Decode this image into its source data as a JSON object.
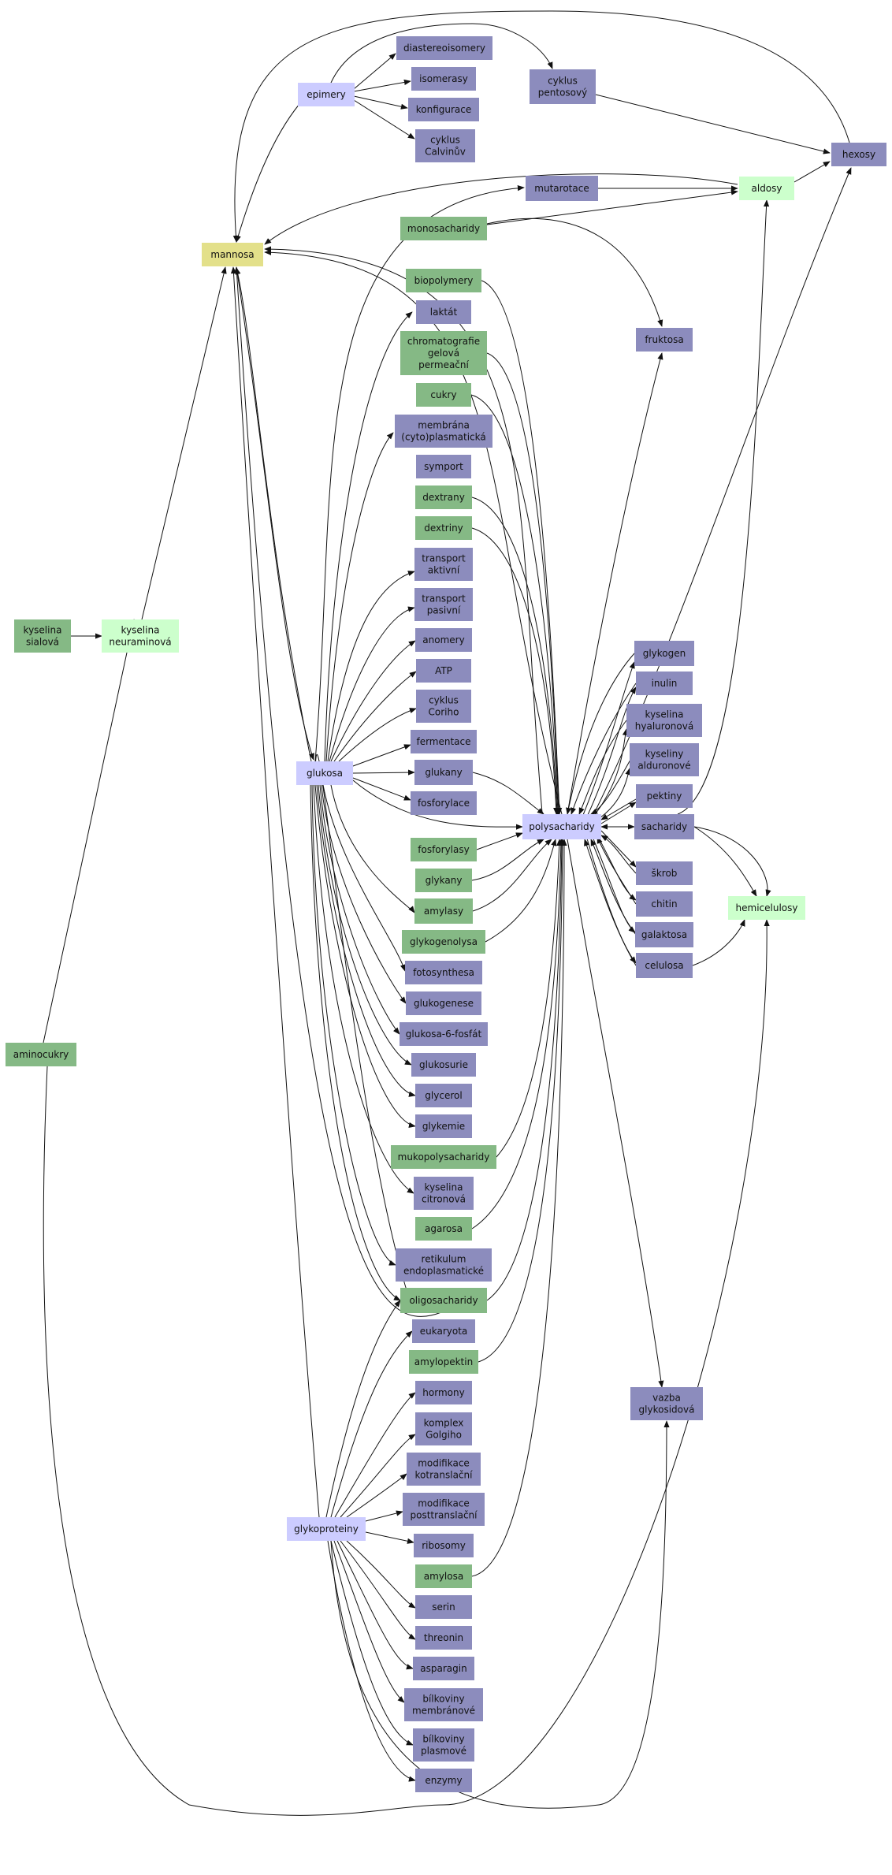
{
  "diagram": {
    "type": "concept-graph",
    "colors": {
      "yellow": "#e3e08a",
      "green": "#85b985",
      "purple": "#8c8cbd",
      "light_green": "#ccffcc",
      "lavender": "#ccccff",
      "border_green": "#76b176",
      "edge": "#111111"
    },
    "nodes": {
      "mannosa": {
        "lines": [
          "mannosa"
        ],
        "fill": "yellow"
      },
      "epimery": {
        "lines": [
          "epimery"
        ],
        "fill": "lavender"
      },
      "diastereoisomery": {
        "lines": [
          "diastereoisomery"
        ],
        "fill": "purple"
      },
      "isomerasy": {
        "lines": [
          "isomerasy"
        ],
        "fill": "purple"
      },
      "konfigurace": {
        "lines": [
          "konfigurace"
        ],
        "fill": "purple"
      },
      "cyklus_calvinuv": {
        "lines": [
          "cyklus",
          "Calvinův"
        ],
        "fill": "purple"
      },
      "cyklus_pentosovy": {
        "lines": [
          "cyklus",
          "pentosový"
        ],
        "fill": "purple",
        "border": true
      },
      "hexosy": {
        "lines": [
          "hexosy"
        ],
        "fill": "purple",
        "border_light": true
      },
      "mutarotace": {
        "lines": [
          "mutarotace"
        ],
        "fill": "purple",
        "border": true
      },
      "aldosy": {
        "lines": [
          "aldosy"
        ],
        "fill": "light_green"
      },
      "monosacharidy": {
        "lines": [
          "monosacharidy"
        ],
        "fill": "green"
      },
      "fruktosa": {
        "lines": [
          "fruktosa"
        ],
        "fill": "purple"
      },
      "biopolymery": {
        "lines": [
          "biopolymery"
        ],
        "fill": "green"
      },
      "laktat": {
        "lines": [
          "laktát"
        ],
        "fill": "purple"
      },
      "chromatografie": {
        "lines": [
          "chromatografie",
          "gelová",
          "permeační"
        ],
        "fill": "green"
      },
      "cukry": {
        "lines": [
          "cukry"
        ],
        "fill": "green"
      },
      "membrana": {
        "lines": [
          "membrána",
          "(cyto)plasmatická"
        ],
        "fill": "purple"
      },
      "symport": {
        "lines": [
          "symport"
        ],
        "fill": "purple"
      },
      "dextrany": {
        "lines": [
          "dextrany"
        ],
        "fill": "green"
      },
      "dextriny": {
        "lines": [
          "dextriny"
        ],
        "fill": "green"
      },
      "transport_aktivni": {
        "lines": [
          "transport",
          "aktivní"
        ],
        "fill": "purple"
      },
      "transport_pasivni": {
        "lines": [
          "transport",
          "pasivní"
        ],
        "fill": "purple"
      },
      "anomery": {
        "lines": [
          "anomery"
        ],
        "fill": "purple"
      },
      "atp": {
        "lines": [
          "ATP"
        ],
        "fill": "purple"
      },
      "cyklus_coriho": {
        "lines": [
          "cyklus",
          "Coriho"
        ],
        "fill": "purple"
      },
      "fermentace": {
        "lines": [
          "fermentace"
        ],
        "fill": "purple"
      },
      "glukosa": {
        "lines": [
          "glukosa"
        ],
        "fill": "lavender",
        "border": true
      },
      "glukany": {
        "lines": [
          "glukany"
        ],
        "fill": "purple",
        "border": true
      },
      "fosforylace": {
        "lines": [
          "fosforylace"
        ],
        "fill": "purple"
      },
      "kyselina_sialova": {
        "lines": [
          "kyselina",
          "sialová"
        ],
        "fill": "green"
      },
      "kyselina_neuraminova": {
        "lines": [
          "kyselina",
          "neuraminová"
        ],
        "fill": "light_green"
      },
      "glykogen": {
        "lines": [
          "glykogen"
        ],
        "fill": "purple",
        "border": true
      },
      "inulin": {
        "lines": [
          "inulin"
        ],
        "fill": "purple"
      },
      "kyselina_hyaluronova": {
        "lines": [
          "kyselina",
          "hyaluronová"
        ],
        "fill": "purple"
      },
      "kyseliny_alduronove": {
        "lines": [
          "kyseliny",
          "alduronové"
        ],
        "fill": "purple",
        "border": true
      },
      "pektiny": {
        "lines": [
          "pektiny"
        ],
        "fill": "purple",
        "border": true
      },
      "polysacharidy": {
        "lines": [
          "polysacharidy"
        ],
        "fill": "lavender",
        "border_light": true
      },
      "sacharidy": {
        "lines": [
          "sacharidy"
        ],
        "fill": "purple",
        "border": true
      },
      "fosforylasy": {
        "lines": [
          "fosforylasy"
        ],
        "fill": "green"
      },
      "glykany": {
        "lines": [
          "glykany"
        ],
        "fill": "green"
      },
      "amylasy": {
        "lines": [
          "amylasy"
        ],
        "fill": "green",
        "border": true
      },
      "skrob": {
        "lines": [
          "škrob"
        ],
        "fill": "purple"
      },
      "chitin": {
        "lines": [
          "chitin"
        ],
        "fill": "purple",
        "border": true
      },
      "hemicelulosy": {
        "lines": [
          "hemicelulosy"
        ],
        "fill": "light_green"
      },
      "galaktosa": {
        "lines": [
          "galaktosa"
        ],
        "fill": "purple",
        "border": true
      },
      "celulosa": {
        "lines": [
          "celulosa"
        ],
        "fill": "purple",
        "border": true
      },
      "glykogenolysa": {
        "lines": [
          "glykogenolysa"
        ],
        "fill": "green"
      },
      "fotosynthesa": {
        "lines": [
          "fotosynthesa"
        ],
        "fill": "purple"
      },
      "glukogenese": {
        "lines": [
          "glukogenese"
        ],
        "fill": "purple"
      },
      "glukosa6fosfat": {
        "lines": [
          "glukosa-6-fosfát"
        ],
        "fill": "purple"
      },
      "glukosurie": {
        "lines": [
          "glukosurie"
        ],
        "fill": "purple"
      },
      "aminocukry": {
        "lines": [
          "aminocukry"
        ],
        "fill": "green"
      },
      "glycerol": {
        "lines": [
          "glycerol"
        ],
        "fill": "purple"
      },
      "glykemie": {
        "lines": [
          "glykemie"
        ],
        "fill": "purple"
      },
      "mukopolysacharidy": {
        "lines": [
          "mukopolysacharidy"
        ],
        "fill": "green"
      },
      "kyselina_citronova": {
        "lines": [
          "kyselina",
          "citronová"
        ],
        "fill": "purple"
      },
      "agarosa": {
        "lines": [
          "agarosa"
        ],
        "fill": "green"
      },
      "retikulum": {
        "lines": [
          "retikulum",
          "endoplasmatické"
        ],
        "fill": "purple"
      },
      "oligosacharidy": {
        "lines": [
          "oligosacharidy"
        ],
        "fill": "green",
        "border": true
      },
      "eukaryota": {
        "lines": [
          "eukaryota"
        ],
        "fill": "purple"
      },
      "amylopektin": {
        "lines": [
          "amylopektin"
        ],
        "fill": "green"
      },
      "hormony": {
        "lines": [
          "hormony"
        ],
        "fill": "purple"
      },
      "vazba_glykosidova": {
        "lines": [
          "vazba",
          "glykosidová"
        ],
        "fill": "purple"
      },
      "komplex_golgiho": {
        "lines": [
          "komplex",
          "Golgiho"
        ],
        "fill": "purple"
      },
      "modifikace_kotranslacni": {
        "lines": [
          "modifikace",
          "kotranslační"
        ],
        "fill": "purple"
      },
      "modifikace_posttranslacni": {
        "lines": [
          "modifikace",
          "posttranslační"
        ],
        "fill": "purple"
      },
      "glykoproteiny": {
        "lines": [
          "glykoproteiny"
        ],
        "fill": "lavender"
      },
      "ribosomy": {
        "lines": [
          "ribosomy"
        ],
        "fill": "purple"
      },
      "amylosa": {
        "lines": [
          "amylosa"
        ],
        "fill": "green"
      },
      "serin": {
        "lines": [
          "serin"
        ],
        "fill": "purple"
      },
      "threonin": {
        "lines": [
          "threonin"
        ],
        "fill": "purple"
      },
      "asparagin": {
        "lines": [
          "asparagin"
        ],
        "fill": "purple"
      },
      "bilkoviny_membranove": {
        "lines": [
          "bílkoviny",
          "membránové"
        ],
        "fill": "purple"
      },
      "bilkoviny_plasmove": {
        "lines": [
          "bílkoviny",
          "plasmové"
        ],
        "fill": "purple"
      },
      "enzymy": {
        "lines": [
          "enzymy"
        ],
        "fill": "purple"
      }
    }
  }
}
